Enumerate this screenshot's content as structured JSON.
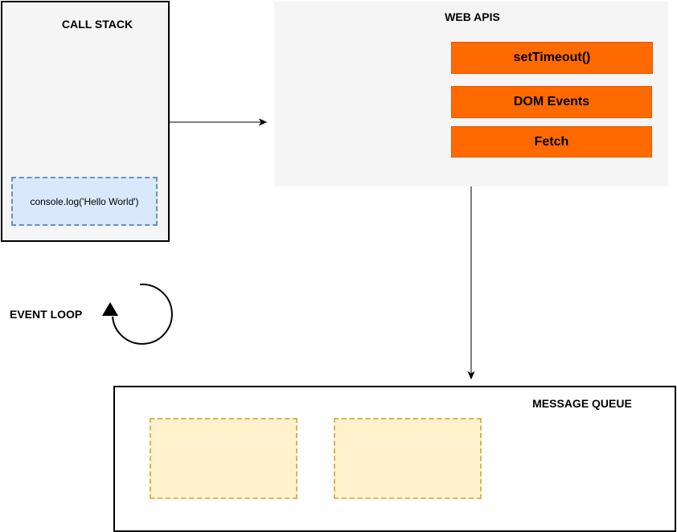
{
  "call_stack": {
    "title": "CALL STACK",
    "frames": [
      "console.log('Hello World')"
    ]
  },
  "web_apis": {
    "title": "WEB APIS",
    "items": [
      "setTimeout()",
      "DOM Events",
      "Fetch"
    ]
  },
  "event_loop": {
    "label": "EVENT LOOP"
  },
  "message_queue": {
    "title": "MESSAGE QUEUE",
    "slot_count": 2
  },
  "colors": {
    "container_fill": "#f5f5f5",
    "stack_frame_fill": "#dae8fc",
    "stack_frame_border": "#6c8ebf",
    "api_fill": "#ff6a00",
    "queue_slot_fill": "#fff2cc",
    "queue_slot_border": "#d6b656"
  }
}
